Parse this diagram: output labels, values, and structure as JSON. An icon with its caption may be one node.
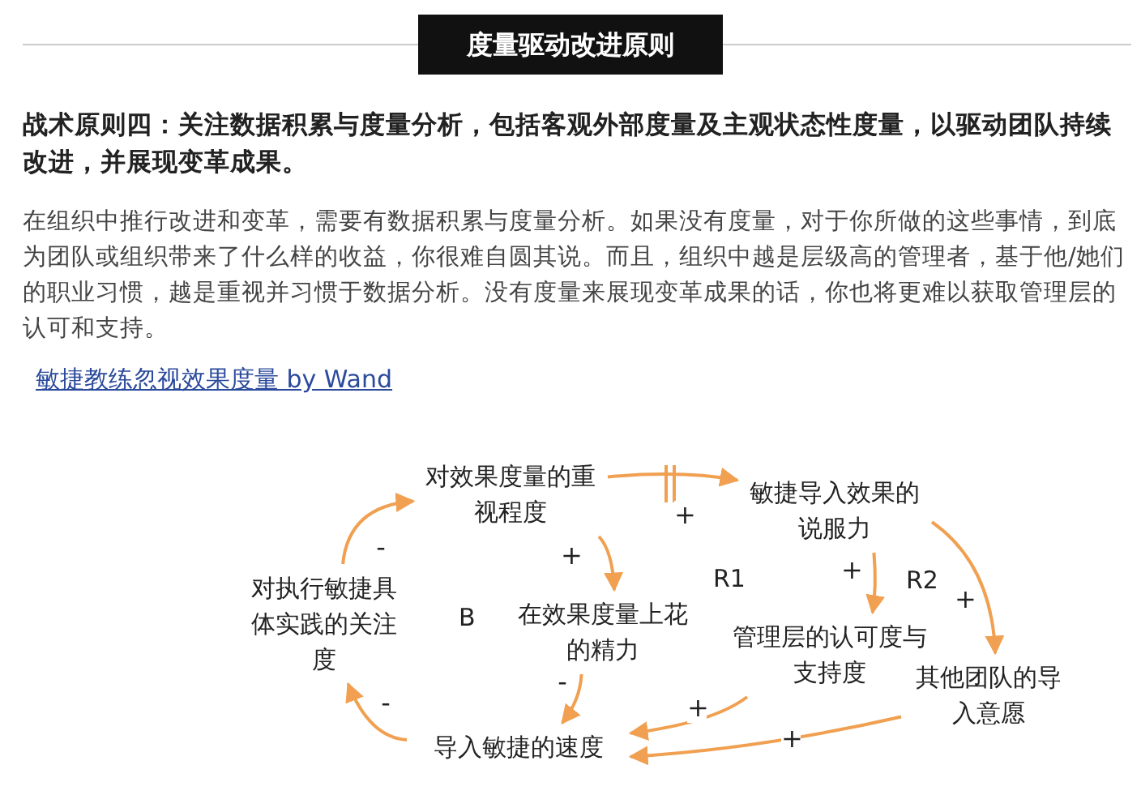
{
  "diagram": {
    "title": "度量驱动改进原则",
    "nodes": [
      {
        "text": [
          "对效果度量的重视程度"
        ]
      },
      {
        "text": [
          "敏捷导入效果的说服力"
        ]
      },
      {
        "text": [
          "对执行敏捷具体实践的关注度"
        ]
      },
      {
        "text": [
          "在效果度量上花的精力"
        ]
      },
      {
        "text": [
          "管理层的认可度与支持度"
        ]
      },
      {
        "text": [
          "其他团队的导入意愿"
        ]
      },
      {
        "text": [
          "导入敏捷的速度"
        ]
      }
    ],
    "edges": [
      {
        "from": 0,
        "to": 1,
        "arrow": "to",
        "label": "+"
      },
      {
        "from": 0,
        "to": 3,
        "arrow": "to",
        "label": "+"
      },
      {
        "from": 3,
        "to": 6,
        "arrow": "to",
        "label": "-"
      },
      {
        "from": 6,
        "to": 2,
        "arrow": "to",
        "label": "-"
      },
      {
        "from": 2,
        "to": 0,
        "arrow": "to",
        "label": "-"
      },
      {
        "from": 1,
        "to": 4,
        "arrow": "to",
        "label": "+"
      },
      {
        "from": 1,
        "to": 5,
        "arrow": "to",
        "label": "+"
      },
      {
        "from": 4,
        "to": 6,
        "arrow": "to",
        "label": "+"
      },
      {
        "from": 5,
        "to": 6,
        "arrow": "to",
        "label": "+"
      }
    ],
    "labels": [
      "战术原则四：关注数据积累与度量分析，包括客观外部度量及主观状态性度量，以驱动团队持续改进，并展现变革成果。",
      "在组织中推行改进和变革，需要有数据积累与度量分析。如果没有度量，对于你所做的这些事情，到底为团队或组织带来了什么样的收益，你很难自圆其说。而且，组织中越是层级高的管理者，基于他/她们的职业习惯，越是重视并习惯于数据分析。没有度量来展现变革成果的话，你也将更难以获取管理层的认可和支持。",
      "敏捷教练忽视效果度量 by Wand",
      "B",
      "R1",
      "R2"
    ]
  }
}
